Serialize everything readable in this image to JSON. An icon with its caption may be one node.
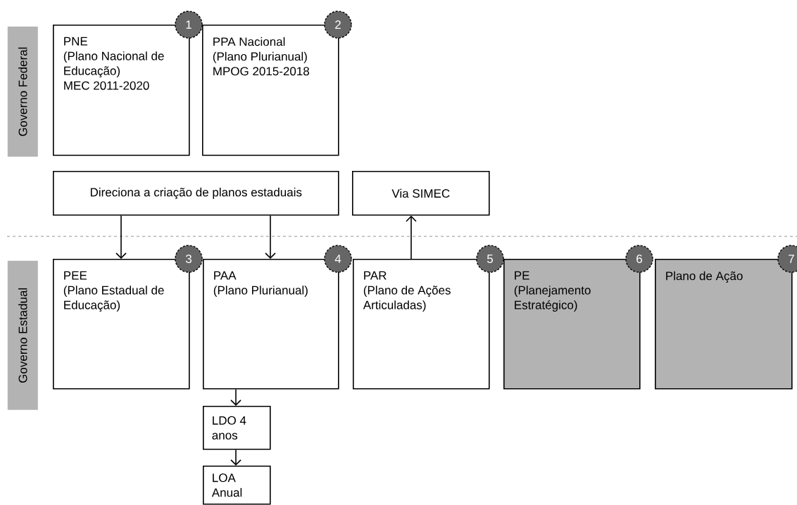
{
  "diagram": {
    "nodes": [
      {
        "text": [
          "Governo Federal"
        ]
      },
      {
        "text": [
          "PNE",
          "(Plano Nacional de Educação)",
          "MEC 2011-2020"
        ]
      },
      {
        "text": [
          "1"
        ]
      },
      {
        "text": [
          "PPA Nacional",
          "(Plano Plurianual)",
          "MPOG 2015-2018"
        ]
      },
      {
        "text": [
          "2"
        ]
      },
      {
        "text": [
          "Direciona a criação de planos estaduais"
        ]
      },
      {
        "text": [
          "Via SIMEC"
        ]
      },
      {
        "text": [
          "Governo Estadual"
        ]
      },
      {
        "text": [
          "PEE",
          "(Plano Estadual de Educação)"
        ]
      },
      {
        "text": [
          "3"
        ]
      },
      {
        "text": [
          "PAA",
          "(Plano Plurianual)"
        ]
      },
      {
        "text": [
          "4"
        ]
      },
      {
        "text": [
          "PAR",
          "(Plano de Ações Articuladas)"
        ]
      },
      {
        "text": [
          "5"
        ]
      },
      {
        "text": [
          "PE",
          "(Planejamento Estratégico)"
        ]
      },
      {
        "text": [
          "6"
        ]
      },
      {
        "text": [
          "Plano de Ação"
        ]
      },
      {
        "text": [
          "7"
        ]
      },
      {
        "text": [
          "LDO 4 anos"
        ]
      },
      {
        "text": [
          "LOA Anual"
        ]
      }
    ],
    "edges": [
      {
        "from": 5,
        "to": 8,
        "arrow": "to"
      },
      {
        "from": 5,
        "to": 10,
        "arrow": "to"
      },
      {
        "from": 12,
        "to": 6,
        "arrow": "to"
      },
      {
        "from": 10,
        "to": 18,
        "arrow": "to"
      },
      {
        "from": 18,
        "to": 19,
        "arrow": "to"
      }
    ]
  }
}
